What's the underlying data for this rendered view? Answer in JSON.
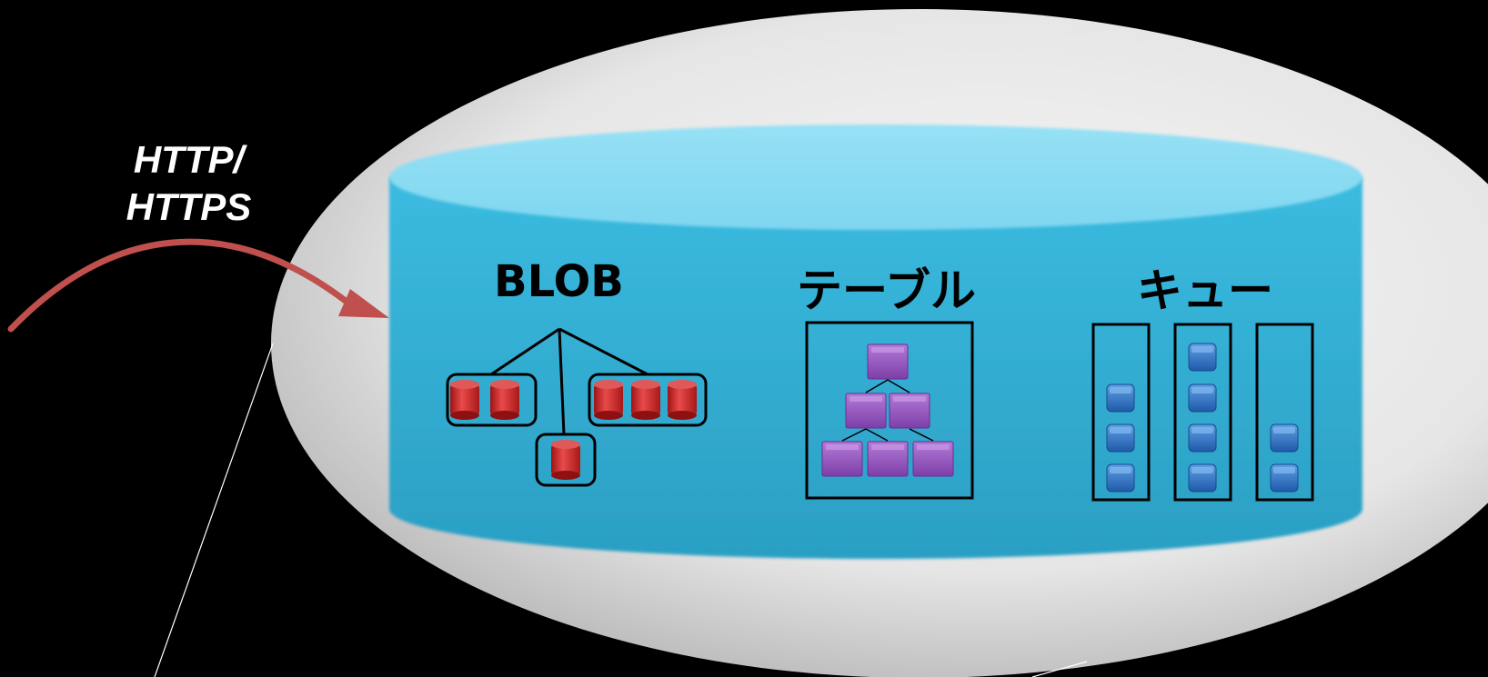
{
  "protocol": {
    "line1": "HTTP/",
    "line2": "HTTPS"
  },
  "services": [
    {
      "id": "blob",
      "label": "BLOB"
    },
    {
      "id": "table",
      "label": "テーブル"
    },
    {
      "id": "queue",
      "label": "キュー"
    }
  ],
  "colors": {
    "background": "#000000",
    "halo": "#ededed",
    "cylinder": "#35b0d6",
    "cylinder_top": "#8ddcf2",
    "arrow": "#c0504d",
    "blob_item": "#cc2a2a",
    "table_item": "#9b59c0",
    "queue_item": "#2f76c6"
  },
  "icons": [
    "blob-container-icon",
    "table-entity-icon",
    "queue-message-icon",
    "curved-arrow-icon"
  ]
}
